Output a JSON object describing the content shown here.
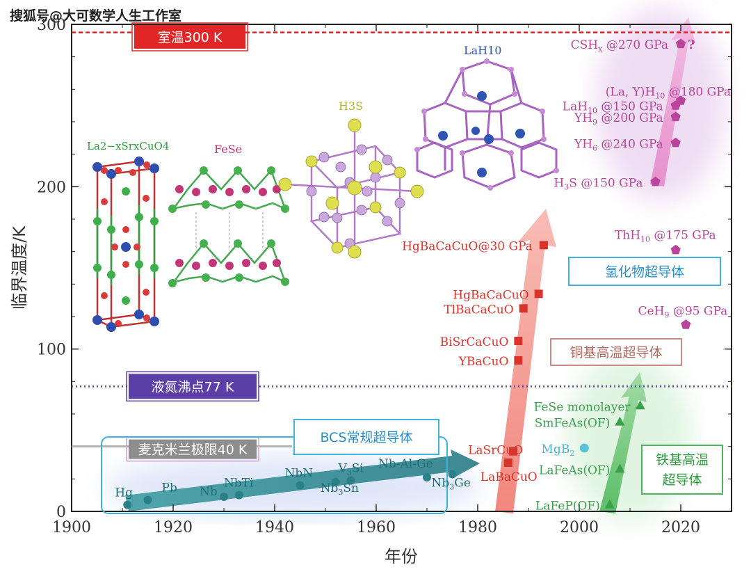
{
  "watermark": "搜狐号@大可数学人生工作室",
  "chart_data": {
    "type": "scatter",
    "xlabel": "年份",
    "ylabel": "临界温度/K",
    "xlim": [
      1900,
      2030
    ],
    "ylim": [
      0,
      300
    ],
    "x_ticks": [
      1900,
      1920,
      1940,
      1960,
      1980,
      2000,
      2020
    ],
    "y_ticks": [
      0,
      100,
      200,
      300
    ],
    "reference_lines": [
      {
        "label": "室温300 K",
        "y": 295,
        "color": "#e02020",
        "style": "dashed"
      },
      {
        "label": "液氮沸点77 K",
        "y": 77,
        "color": "#5b3ea6",
        "style": "dotted"
      },
      {
        "label": "麦克米兰极限40 K",
        "y": 40,
        "color": "#b0b0b0",
        "style": "solid"
      }
    ],
    "structure_labels": [
      {
        "id": "lsco",
        "label": "La2−xSrxCuO4"
      },
      {
        "id": "fese",
        "label": "FeSe"
      },
      {
        "id": "h3s",
        "label": "H3S"
      },
      {
        "id": "lah10",
        "label": "LaH10"
      }
    ],
    "family_labels": [
      {
        "id": "bcs",
        "label": "BCS常规超导体"
      },
      {
        "id": "cuprate",
        "label": "铜基高温超导体"
      },
      {
        "id": "hydride",
        "label": "氢化物超导体"
      },
      {
        "id": "iron",
        "label": "铁基高温超导体"
      }
    ],
    "series": [
      {
        "name": "BCS常规超导体",
        "color": "#2b7f86",
        "marker": "circle",
        "points": [
          {
            "label": "Hg",
            "x": 1911,
            "y": 4
          },
          {
            "label": "Pb",
            "x": 1915,
            "y": 7
          },
          {
            "label": "Nb",
            "x": 1930,
            "y": 9
          },
          {
            "label": "NbTi",
            "x": 1933,
            "y": 10
          },
          {
            "label": "NbN",
            "x": 1945,
            "y": 16
          },
          {
            "label": "Nb3Sn",
            "x": 1952,
            "y": 18
          },
          {
            "label": "V3Si",
            "x": 1955,
            "y": 19
          },
          {
            "label": "Nb-Al-Ge",
            "x": 1970,
            "y": 21
          },
          {
            "label": "Nb3Ge",
            "x": 1975,
            "y": 23
          }
        ]
      },
      {
        "name": "铜基高温超导体",
        "color": "#d9342b",
        "marker": "square",
        "points": [
          {
            "label": "LaBaCuO",
            "x": 1986,
            "y": 30
          },
          {
            "label": "LaSrCuO",
            "x": 1987,
            "y": 37
          },
          {
            "label": "YBaCuO",
            "x": 1988,
            "y": 93
          },
          {
            "label": "BiSrCaCuO",
            "x": 1988,
            "y": 105
          },
          {
            "label": "TlBaCaCuO",
            "x": 1989,
            "y": 125
          },
          {
            "label": "HgBaCaCuO",
            "x": 1992,
            "y": 134
          },
          {
            "label": "HgBaCaCuO@30 GPa",
            "x": 1993,
            "y": 164
          }
        ]
      },
      {
        "name": "铁基高温超导体",
        "color": "#3aa14a",
        "marker": "triangle",
        "points": [
          {
            "label": "LaFeP(OF)",
            "x": 2006,
            "y": 4
          },
          {
            "label": "LaFeAs(OF)",
            "x": 2008,
            "y": 26
          },
          {
            "label": "SmFeAs(OF)",
            "x": 2008,
            "y": 55
          },
          {
            "label": "FeSe monolayer",
            "x": 2012,
            "y": 65
          }
        ]
      },
      {
        "name": "MgB2",
        "color": "#5bc4d6",
        "marker": "circle",
        "points": [
          {
            "label": "MgB2",
            "x": 2001,
            "y": 39
          }
        ]
      },
      {
        "name": "氢化物超导体",
        "color": "#b8449e",
        "marker": "pentagon",
        "points": [
          {
            "label": "H3S @150 GPa",
            "x": 2015,
            "y": 203
          },
          {
            "label": "YH6 @240 GPa",
            "x": 2019,
            "y": 227
          },
          {
            "label": "YH9 @200 GPa",
            "x": 2019,
            "y": 243
          },
          {
            "label": "LaH10 @150 GPa",
            "x": 2019,
            "y": 250
          },
          {
            "label": "(La, Y)H10 @180 GPa",
            "x": 2020,
            "y": 253
          },
          {
            "label": "CSHx @270 GPa",
            "x": 2020,
            "y": 288
          },
          {
            "label": "ThH10 @175 GPa",
            "x": 2019,
            "y": 161
          },
          {
            "label": "CeH9 @95 GPa",
            "x": 2021,
            "y": 115
          }
        ]
      }
    ],
    "question_mark": "?"
  }
}
